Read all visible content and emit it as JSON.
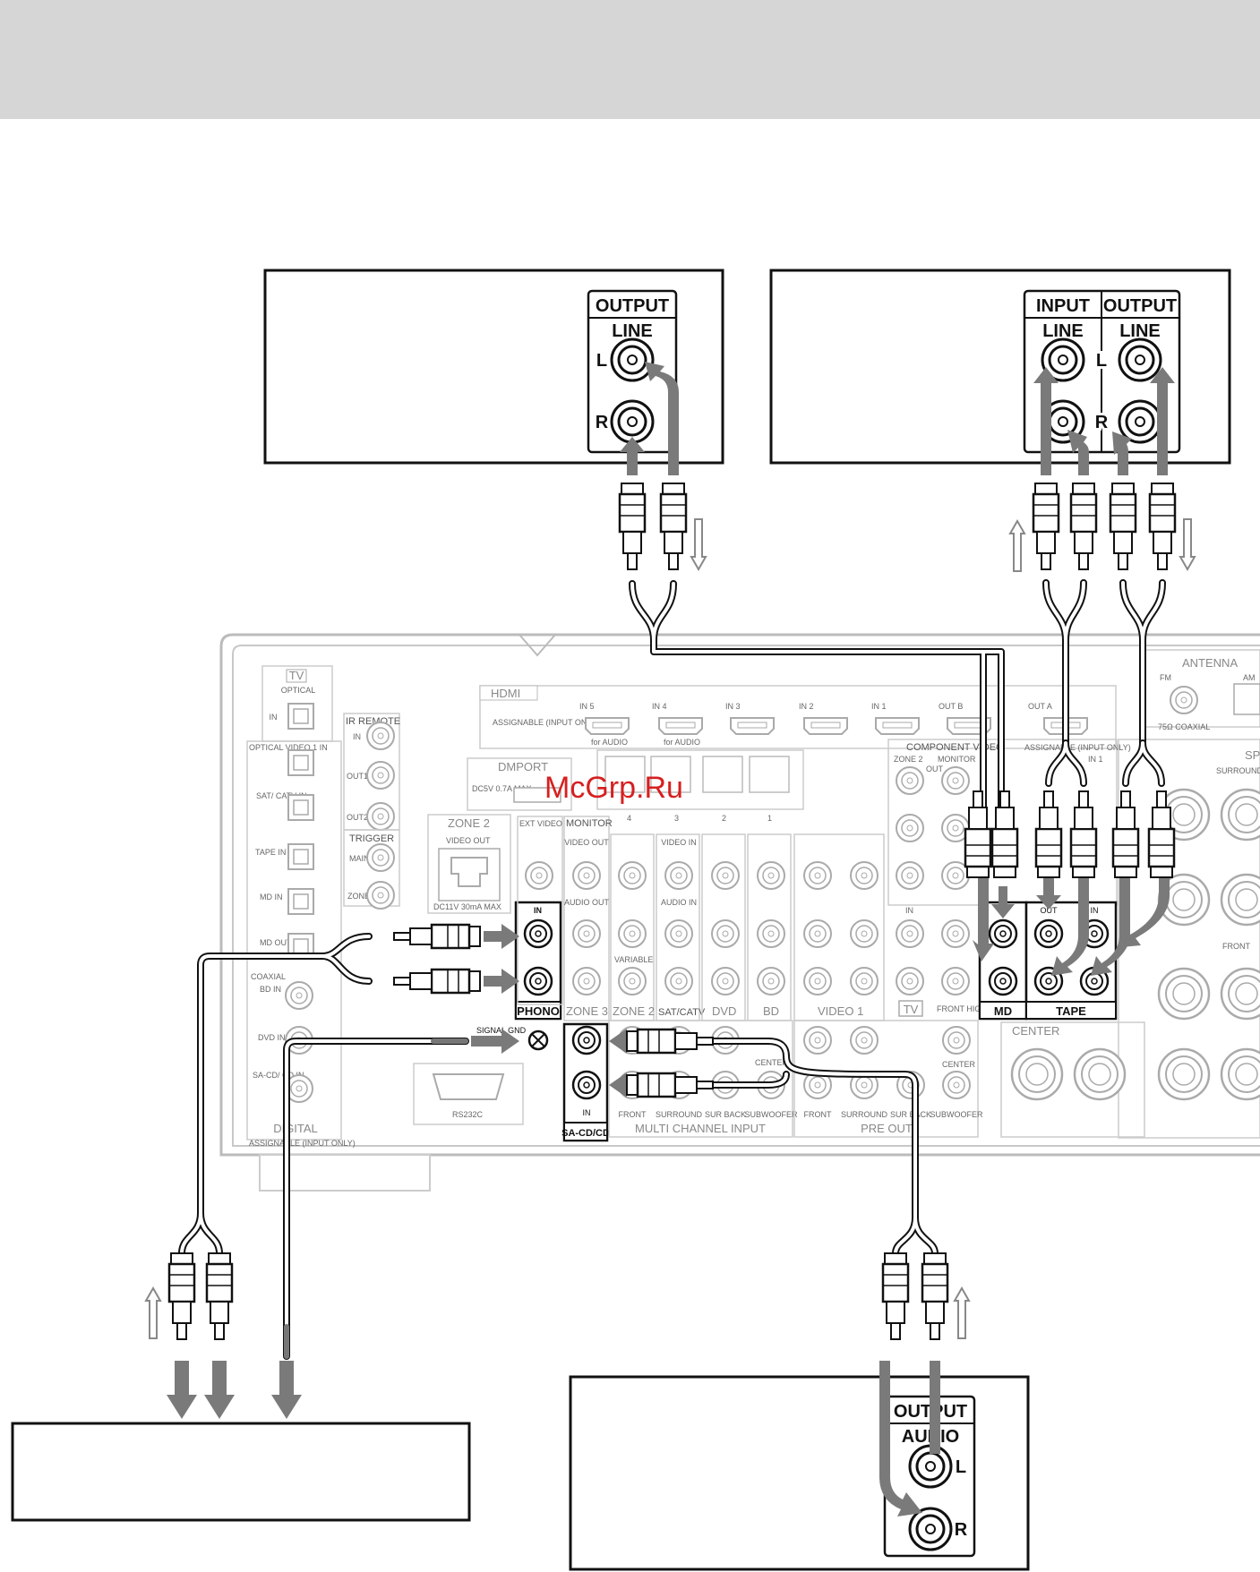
{
  "watermark": "McGrp.Ru",
  "devices": {
    "top_left": {
      "section": "OUTPUT",
      "sub": "LINE",
      "l": "L",
      "r": "R"
    },
    "top_right": {
      "input": "INPUT",
      "output": "OUTPUT",
      "line_in": "LINE",
      "line_out": "LINE",
      "l": "L",
      "r": "R"
    },
    "bottom_right": {
      "section": "OUTPUT",
      "sub": "AUDIO",
      "l": "L",
      "r": "R"
    }
  },
  "receiver": {
    "tv": "TV",
    "optical": "OPTICAL",
    "in": "IN",
    "optical_video1": "OPTICAL VIDEO 1 IN",
    "sat_catv": "SAT/ CATV IN",
    "tape_in": "TAPE IN",
    "md_in": "MD IN",
    "md_out": "MD OUT",
    "coaxial": "COAXIAL",
    "bd_in": "BD IN",
    "dvd_in": "DVD IN",
    "sacd_in": "SA-CD/ CD IN",
    "digital": "DIGITAL",
    "assignable_input_only": "ASSIGNABLE (INPUT ONLY)",
    "ir_remote": "IR REMOTE",
    "ir_in": "IN",
    "ir_out1": "OUT1",
    "ir_out2": "OUT2",
    "trigger": "TRIGGER",
    "trig_main": "MAIN",
    "trig_zone2": "ZONE2",
    "hdmi": "HDMI",
    "hdmi_assignable": "ASSIGNABLE (INPUT ONLY)",
    "hdmi_ports": [
      "IN 5",
      "IN 4",
      "IN 3",
      "IN 2",
      "IN 1",
      "OUT B",
      "OUT A"
    ],
    "for_audio": "for AUDIO",
    "dmport": "DMPORT",
    "dmport_power": "DC5V 0.7A MAX",
    "zone2": "ZONE 2",
    "zone2_video_out": "VIDEO OUT",
    "zone2_power": "DC11V 30mA MAX",
    "ext_video": "EXT VIDEO",
    "monitor": "MONITOR",
    "lan_numbers": [
      "4",
      "3",
      "2",
      "1"
    ],
    "video_out": "VIDEO OUT",
    "video_in": "VIDEO IN",
    "audio_out": "AUDIO OUT",
    "audio_in": "AUDIO IN",
    "variable": "VARIABLE",
    "phono": "PHONO",
    "phono_in": "IN",
    "zone3": "ZONE 3",
    "zone2b": "ZONE 2",
    "satcatv": "SAT/CATV",
    "dvd": "DVD",
    "bd": "BD",
    "video1": "VIDEO 1",
    "signal_gnd": "SIGNAL GND",
    "rs232c": "RS232C",
    "sacd_label": "SA-CD/CD",
    "sacd_port_in": "IN",
    "mci": "MULTI CHANNEL INPUT",
    "mci_cols": [
      "FRONT",
      "SURROUND",
      "SUR BACK",
      "SUBWOOFER"
    ],
    "center": "CENTER",
    "pre_out": "PRE OUT",
    "pre_cols": [
      "FRONT",
      "SURROUND",
      "SUR BACK",
      "SUBWOOFER"
    ],
    "component": "COMPONENT VIDEO",
    "comp_zone2": "ZONE 2",
    "comp_monitor": "MONITOR",
    "comp_out": "OUT",
    "comp_assignable": "ASSIGNABLE (INPUT ONLY)",
    "comp_in1": "IN 1",
    "md": "MD",
    "tape": "TAPE",
    "md_in_lbl": "IN",
    "tape_out_lbl": "OUT",
    "tape_in_lbl": "IN",
    "pre_out_front_high": "FRONT HIGH",
    "tv2": "TV",
    "tv_in": "IN",
    "antenna": "ANTENNA",
    "fm": "FM",
    "am": "AM",
    "coax": "75Ω COAXIAL",
    "speakers": "SPEAKERS",
    "spk_surround": "SURROUND",
    "spk_front": "FRONT",
    "spk_center": "CENTER"
  },
  "colors": {
    "cable": "#ffffff",
    "arrow": "#7a7a7a",
    "panel_line": "#b4b4b4"
  }
}
